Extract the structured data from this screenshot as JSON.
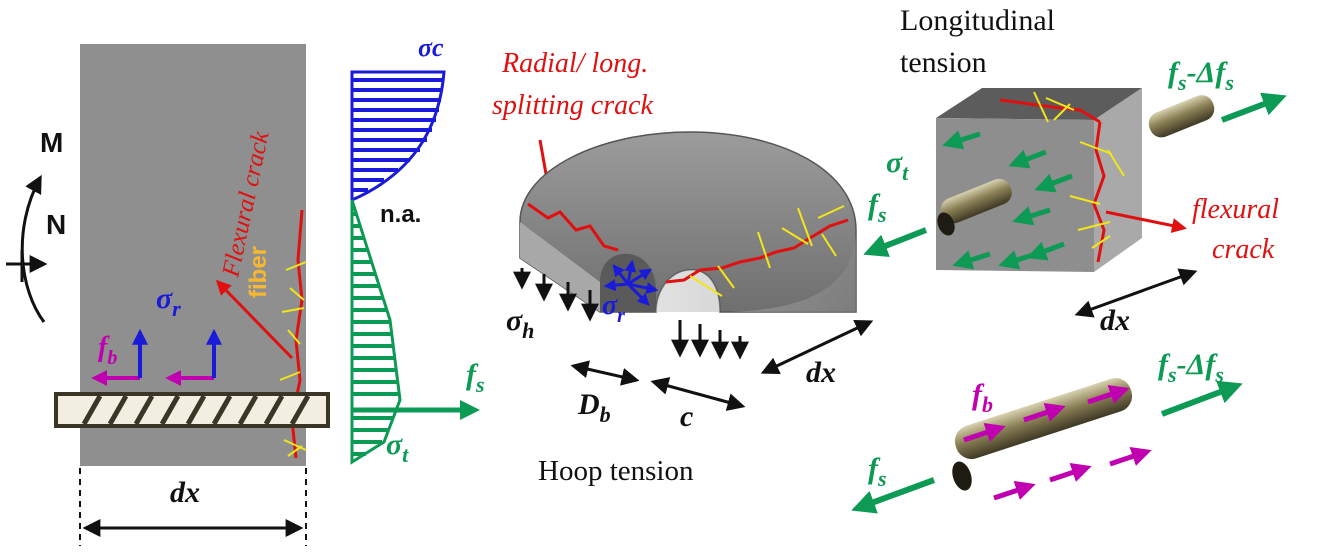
{
  "colors": {
    "concrete": "#8f8f8f",
    "concrete_dark": "#6e6e6e",
    "concrete_light": "#b9b9b9",
    "crack_red": "#e01010",
    "fiber_yellow": "#f2e61a",
    "fiber_label": "#f5b830",
    "compression_blue": "#1a1ad9",
    "tension_green": "#0d9a55",
    "bond_magenta": "#c000b0",
    "rebar": "#4a4530",
    "rebar_fill": "#8a7f55",
    "text": "#111111"
  },
  "left_panel": {
    "moment_label": "M",
    "axial_label": "N",
    "fiber_label": "fiber",
    "crack_label": "Flexural crack",
    "sigma_r": "σ",
    "sigma_r_sub": "r",
    "f_b": "f",
    "f_b_sub": "b",
    "dx_label": "dx"
  },
  "stress_profile": {
    "sigma_c": "σc",
    "neutral_axis": "n.a.",
    "f_s": "f",
    "f_s_sub": "s",
    "sigma_t": "σ",
    "sigma_t_sub": "t"
  },
  "hoop_panel": {
    "crack_label_line1": "Radial/ long.",
    "crack_label_line2": "splitting crack",
    "sigma_h": "σ",
    "sigma_h_sub": "h",
    "sigma_r": "σ",
    "sigma_r_sub": "r",
    "D_b": "D",
    "D_b_sub": "b",
    "c_label": "c",
    "dx_label": "dx",
    "caption": "Hoop tension"
  },
  "long_panel": {
    "title_line1": "Longitudinal",
    "title_line2": "tension",
    "fs_minus": "f",
    "fs_minus_sub": "s",
    "fs_minus_tail": "-Δf",
    "fs_minus_tail_sub": "s",
    "sigma_t": "σ",
    "sigma_t_sub": "t",
    "f_s": "f",
    "f_s_sub": "s",
    "crack_line1": "flexural",
    "crack_line2": "crack",
    "dx_label": "dx"
  },
  "bond_panel": {
    "f_b": "f",
    "f_b_sub": "b",
    "fs_minus": "f",
    "fs_minus_sub": "s",
    "fs_minus_tail": "-Δf",
    "fs_minus_tail_sub": "s",
    "f_s": "f",
    "f_s_sub": "s"
  }
}
